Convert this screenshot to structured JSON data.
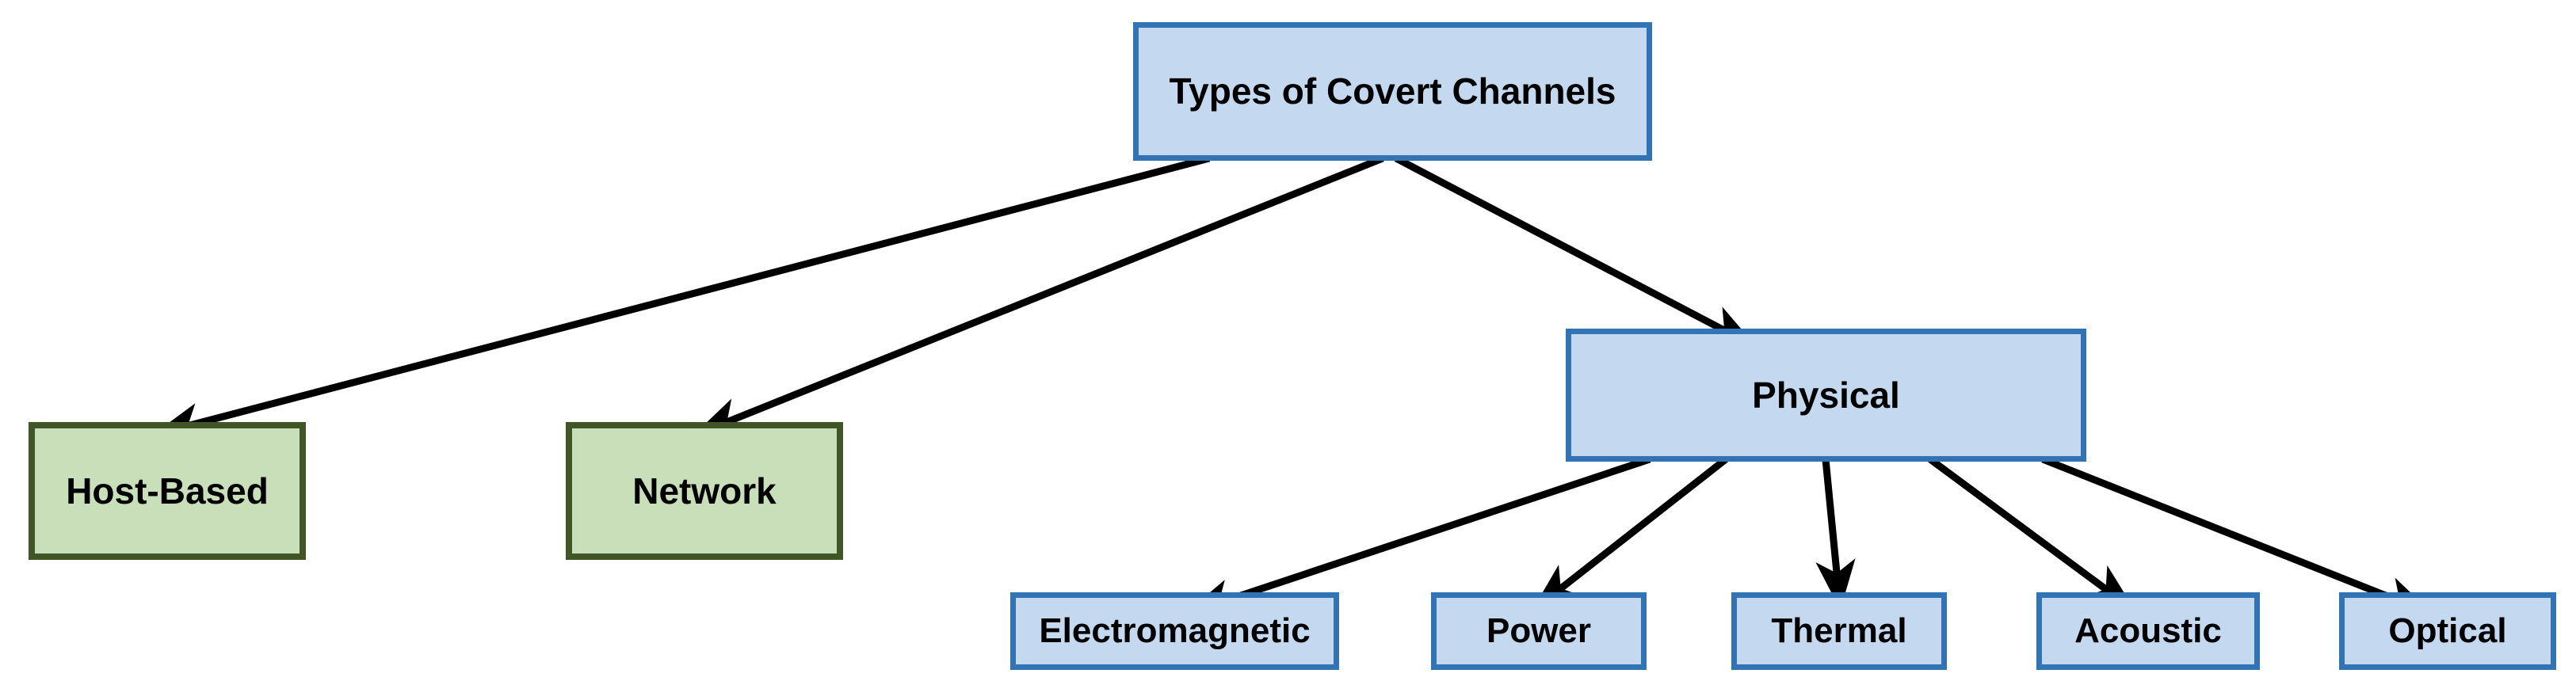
{
  "diagram": {
    "title": "Types of Covert Channels",
    "colors": {
      "background": "#FFFFFF",
      "blue_fill": "#C4D9EF",
      "blue_border": "#3273B5",
      "green_fill": "#C9DFB9",
      "green_border": "#415627",
      "arrow": "#000000",
      "text": "#000000"
    },
    "nodes": {
      "root": {
        "label": "Types of Covert Channels",
        "style": "blue",
        "level": 1
      },
      "host_based": {
        "label": "Host-Based",
        "style": "green",
        "level": 2
      },
      "network": {
        "label": "Network",
        "style": "green",
        "level": 2
      },
      "physical": {
        "label": "Physical",
        "style": "blue",
        "level": 2
      },
      "electromagnetic": {
        "label": "Electromagnetic",
        "style": "blue",
        "level": 3
      },
      "power": {
        "label": "Power",
        "style": "blue",
        "level": 3
      },
      "thermal": {
        "label": "Thermal",
        "style": "blue",
        "level": 3
      },
      "acoustic": {
        "label": "Acoustic",
        "style": "blue",
        "level": 3
      },
      "optical": {
        "label": "Optical",
        "style": "blue",
        "level": 3
      }
    },
    "edges": [
      {
        "from": "Types of Covert Channels",
        "to": "Host-Based"
      },
      {
        "from": "Types of Covert Channels",
        "to": "Network"
      },
      {
        "from": "Types of Covert Channels",
        "to": "Physical"
      },
      {
        "from": "Physical",
        "to": "Electromagnetic"
      },
      {
        "from": "Physical",
        "to": "Power"
      },
      {
        "from": "Physical",
        "to": "Thermal"
      },
      {
        "from": "Physical",
        "to": "Acoustic"
      },
      {
        "from": "Physical",
        "to": "Optical"
      }
    ]
  }
}
